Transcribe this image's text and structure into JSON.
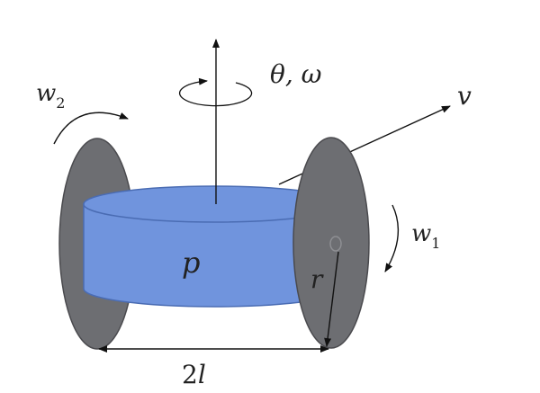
{
  "labels": {
    "theta_omega": "θ, ω",
    "velocity": "v",
    "w2_base": "w",
    "w2_sub": "2",
    "w1_base": "w",
    "w1_sub": "1",
    "p": "p",
    "r": "r",
    "two_l_num": "2",
    "two_l_var": "l"
  },
  "colors": {
    "body": "#7094dd",
    "body_stroke": "#4a6cb3",
    "wheel": "#6d6e72",
    "wheel_stroke": "#4a4a4e",
    "arrow": "#111111"
  }
}
